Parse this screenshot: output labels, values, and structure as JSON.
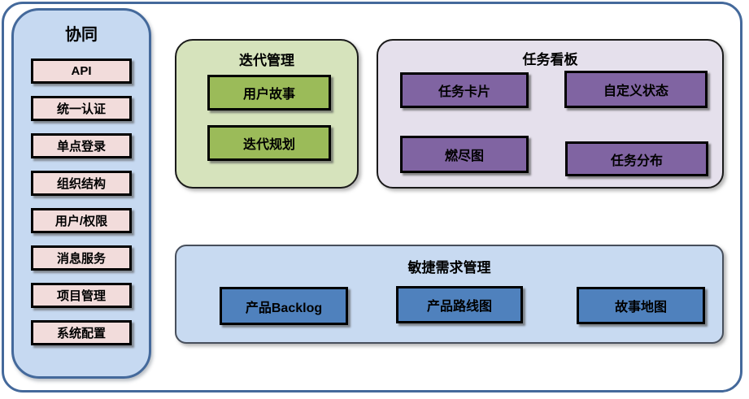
{
  "colors": {
    "outer_border": "#44699b",
    "sidebar_bg": "#c6d9f1",
    "sidebar_item_bg": "#f2dcdb",
    "iteration_panel_bg": "#d6e3bc",
    "iteration_item_bg": "#9bbb59",
    "taskboard_panel_bg": "#e5e0ec",
    "taskboard_item_bg": "#8064a2",
    "requirements_panel_bg": "#c8daf1",
    "requirements_item_bg": "#4f81bd"
  },
  "sidebar": {
    "title": "协同",
    "items": [
      {
        "label": "API"
      },
      {
        "label": "统一认证"
      },
      {
        "label": "单点登录"
      },
      {
        "label": "组织结构"
      },
      {
        "label": "用户/权限"
      },
      {
        "label": "消息服务"
      },
      {
        "label": "项目管理"
      },
      {
        "label": "系统配置"
      }
    ]
  },
  "panels": {
    "iteration": {
      "title": "迭代管理",
      "items": [
        {
          "label": "用户故事"
        },
        {
          "label": "迭代规划"
        }
      ]
    },
    "taskboard": {
      "title": "任务看板",
      "items": [
        {
          "label": "任务卡片"
        },
        {
          "label": "自定义状态"
        },
        {
          "label": "燃尽图"
        },
        {
          "label": "任务分布"
        }
      ]
    },
    "requirements": {
      "title": "敏捷需求管理",
      "items": [
        {
          "label": "产品Backlog"
        },
        {
          "label": "产品路线图"
        },
        {
          "label": "故事地图"
        }
      ]
    }
  }
}
